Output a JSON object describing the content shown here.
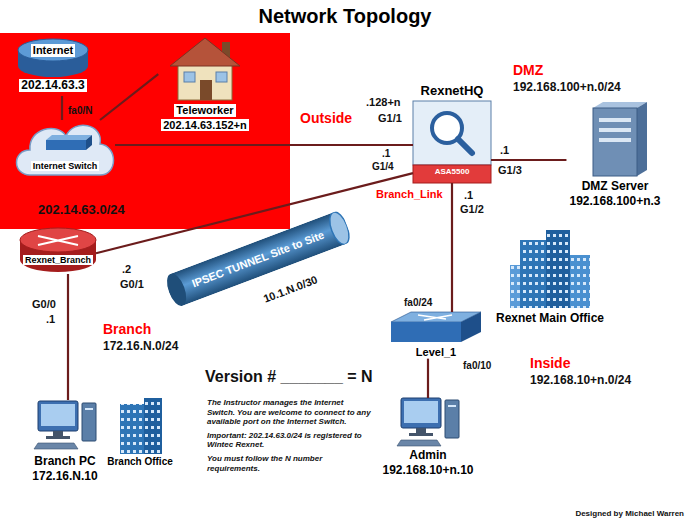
{
  "diagram": {
    "title": "Network Topology",
    "nodes": [
      {
        "text": [
          "Internet",
          "202.14.63.3"
        ]
      },
      {
        "text": [
          "Internet Switch"
        ]
      },
      {
        "text": [
          "Teleworker",
          "202.14.63.152+n"
        ]
      },
      {
        "text": [
          "RexnetHQ",
          "ASA5500"
        ]
      },
      {
        "text": [
          "DMZ Server",
          "192.168.100+n.3"
        ]
      },
      {
        "text": [
          "Rexnet Main Office"
        ]
      },
      {
        "text": [
          "Level_1"
        ]
      },
      {
        "text": [
          "Admin",
          "192.168.10+n.10"
        ]
      },
      {
        "text": [
          "Rexnet_Branch"
        ]
      },
      {
        "text": [
          "IPSEC TUNNEL Site to Site"
        ]
      },
      {
        "text": [
          "Branch PC",
          "172.16.N.10"
        ]
      },
      {
        "text": [
          "Branch Office"
        ]
      }
    ],
    "edges": [
      {
        "from": 0,
        "to": 1,
        "arrow": "none"
      },
      {
        "from": 1,
        "to": 2,
        "arrow": "none"
      },
      {
        "from": 1,
        "to": 3,
        "arrow": "none"
      },
      {
        "from": 3,
        "to": 4,
        "arrow": "none"
      },
      {
        "from": 3,
        "to": 6,
        "arrow": "none"
      },
      {
        "from": 6,
        "to": 7,
        "arrow": "none"
      },
      {
        "from": 3,
        "to": 8,
        "arrow": "none"
      },
      {
        "from": 8,
        "to": 10,
        "arrow": "none"
      }
    ],
    "labels": [
      "fa0/N",
      "202.14.63.0/24",
      "Outside",
      ".128+n",
      "G1/1",
      ".1",
      "G1/4",
      "Branch_Link",
      ".1",
      "G1/2",
      "DMZ",
      "192.168.100+n.0/24",
      ".1",
      "G1/3",
      "fa0/24",
      "fa0/10",
      "Inside",
      "192.168.10+n.0/24",
      ".2",
      "G0/1",
      "G0/0",
      ".1",
      "Branch",
      "172.16.N.0/24",
      "10.1.N.0/30",
      "Version # _______ = N",
      "The Instructor manages the Internet Switch. You are welcome to connect to any available port on the Internet Switch.",
      "Important: 202.14.63.0/24 is registered to Wintec Rexnet.",
      "You must follow the N number requirements.",
      "Designed by Michael Warren"
    ]
  }
}
